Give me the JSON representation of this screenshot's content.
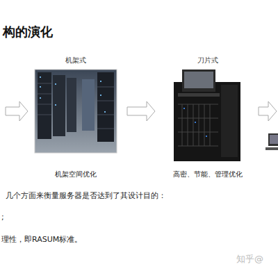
{
  "diagram": {
    "title": "构的演化",
    "nodes": [
      {
        "text": [
          "机架式",
          "机架空间优化"
        ]
      },
      {
        "text": [
          "刀片式",
          "高密、节能、管理优化"
        ]
      }
    ],
    "edges": [
      {
        "from": 0,
        "to": 1,
        "arrow": "to"
      }
    ],
    "labels": [
      "几个方面来衡量服务器是否达到了其设计目的：",
      ";",
      "理性，即RASUM标准。",
      "知乎@"
    ]
  }
}
